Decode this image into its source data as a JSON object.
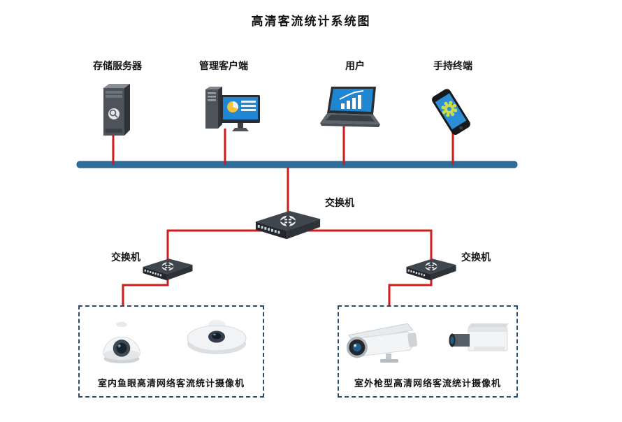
{
  "title": "高清客流统计系统图",
  "colors": {
    "bus": "#2e6d9c",
    "link": "#cf1b1b",
    "box_border": "#2a4d6e"
  },
  "top_devices": [
    {
      "id": "storage-server",
      "label": "存储服务器"
    },
    {
      "id": "management-client",
      "label": "管理客户端"
    },
    {
      "id": "user",
      "label": "用户"
    },
    {
      "id": "handheld-terminal",
      "label": "手持终端"
    }
  ],
  "switches": {
    "core": {
      "label": "交换机"
    },
    "left": {
      "label": "交换机"
    },
    "right": {
      "label": "交换机"
    }
  },
  "camera_groups": {
    "indoor": {
      "caption": "室内鱼眼高清网络客流统计摄像机"
    },
    "outdoor": {
      "caption": "室外枪型高清网络客流统计摄像机"
    }
  }
}
